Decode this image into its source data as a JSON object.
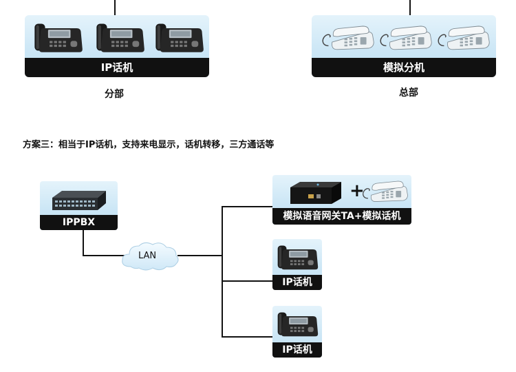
{
  "top_left": {
    "label": "IP话机",
    "caption": "分部"
  },
  "top_right": {
    "label": "模拟分机",
    "caption": "总部"
  },
  "scheme_title": "方案三：相当于IP话机，支持来电显示，话机转移，三方通话等",
  "pbx": {
    "label": "IPPBX"
  },
  "lan": {
    "label": "LAN"
  },
  "gateway": {
    "label": "模拟语音网关TA+模拟话机",
    "plus": "+"
  },
  "ip_phone_1": {
    "label": "IP话机"
  },
  "ip_phone_2": {
    "label": "IP话机"
  }
}
